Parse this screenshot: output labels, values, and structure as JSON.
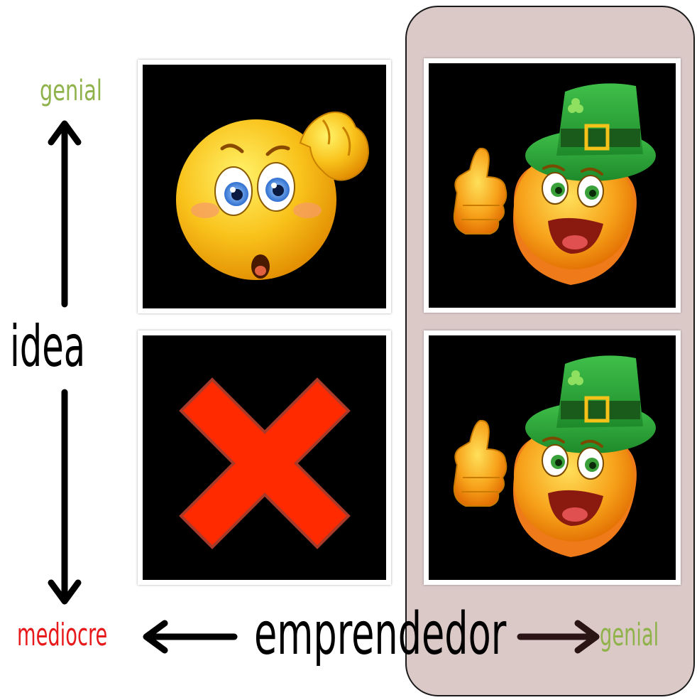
{
  "axis_y": {
    "label": "idea",
    "top_label": "genial",
    "bottom_label": "mediocre"
  },
  "axis_x": {
    "label": "emprendedor",
    "left_label": "mediocre",
    "right_label": "genial"
  },
  "colors": {
    "positive": "#8fb24a",
    "negative": "#e8191a",
    "highlight_column": "#dbc9c8",
    "cross": "#ff2a00"
  },
  "quadrants": [
    {
      "position": "top-left",
      "icon": "confused-emoji-icon"
    },
    {
      "position": "top-right",
      "icon": "leprechaun-thumbs-up-emoji-icon"
    },
    {
      "position": "bottom-left",
      "icon": "red-x-icon"
    },
    {
      "position": "bottom-right",
      "icon": "leprechaun-thumbs-up-emoji-icon"
    }
  ]
}
